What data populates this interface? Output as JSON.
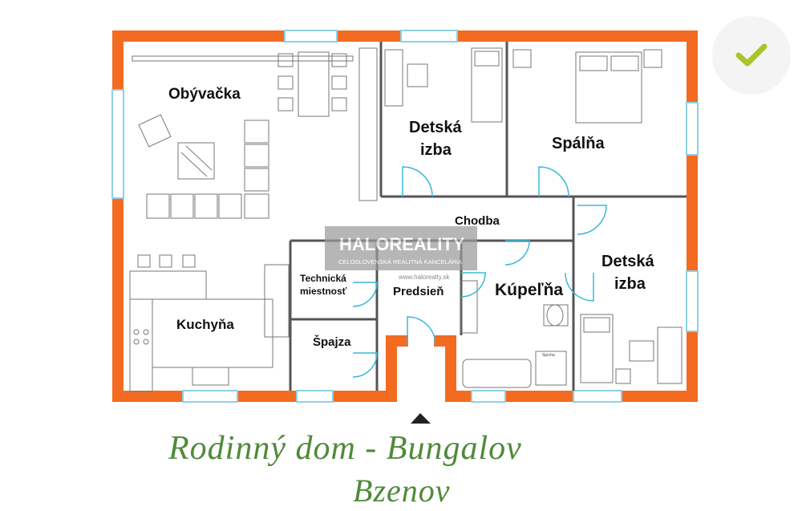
{
  "plan": {
    "rooms": [
      {
        "id": "obyvacka",
        "label": "Obývačka"
      },
      {
        "id": "detska-izba-1-line1",
        "label": "Detská"
      },
      {
        "id": "detska-izba-1-line2",
        "label": "izba"
      },
      {
        "id": "spalna",
        "label": "Spálňa"
      },
      {
        "id": "chodba",
        "label": "Chodba"
      },
      {
        "id": "detska-izba-2-line1",
        "label": "Detská"
      },
      {
        "id": "detska-izba-2-line2",
        "label": "izba"
      },
      {
        "id": "technicka-line1",
        "label": "Technická"
      },
      {
        "id": "technicka-line2",
        "label": "miestnosť"
      },
      {
        "id": "predsien",
        "label": "Predsieň"
      },
      {
        "id": "kupelna",
        "label": "Kúpeľňa"
      },
      {
        "id": "kuchyna",
        "label": "Kuchyňa"
      },
      {
        "id": "spajza",
        "label": "Špajza"
      }
    ],
    "fixture_labels": {
      "shower": "Sprcha"
    }
  },
  "watermark": {
    "brand": "HALOREALITY",
    "tagline": "CELOSLOVENSKÁ REALITNÁ KANCELÁRIA",
    "url": "www.halorealty.sk"
  },
  "caption": {
    "line1": "Rodinný dom - Bungalov",
    "line2": "Bzenov"
  },
  "colors": {
    "wall": "#f36b21",
    "window": "#8fd0e6",
    "caption": "#4f8a3a",
    "check": "#a8c52a"
  },
  "icons": {
    "check_button": "checkmark-icon",
    "entrance": "triangle-up-icon"
  }
}
